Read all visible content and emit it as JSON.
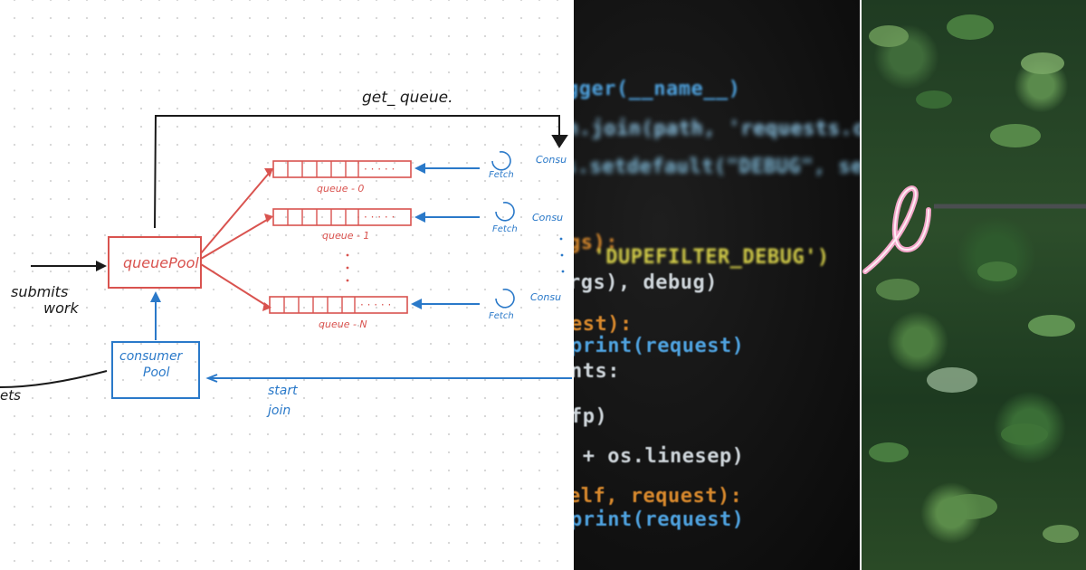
{
  "sketch": {
    "labels": {
      "get_queue": "get_ queue.",
      "queue_pool": "queuePool",
      "submits": "submits",
      "work": "work",
      "consumer_pool_1": "consumer",
      "consumer_pool_2": "Pool",
      "start": "start",
      "join": "join",
      "left_cut": "ets",
      "queue_0": "queue - 0",
      "queue_1": "queue - 1",
      "queue_n": "queue - N",
      "fetch_0": "Fetch",
      "fetch_1": "Fetch",
      "fetch_n": "Fetch",
      "consumer_0": "Consu",
      "consumer_1": "Consu",
      "consumer_n": "Consu"
    },
    "colors": {
      "black": "#1a1a1a",
      "red": "#d9534f",
      "blue": "#2a79c9"
    }
  },
  "code": {
    "lines": [
      {
        "text": "gger(__name__)",
        "color": "#4fa3e0"
      },
      {
        "text": "h.join(path, 'requests.conf'),",
        "color": "#8ec7e8"
      },
      {
        "text": "s.setdefault(\"DEBUG\", self.debug)",
        "color": "#7fb9d8"
      },
      {
        "text": "gs):",
        "color": "#d8892d"
      },
      {
        "text": "  'DUPEFILTER_DEBUG')",
        "color": "#d7d14a"
      },
      {
        "text": "rgs), debug)",
        "color": "#cfd6db"
      },
      {
        "text": "est):",
        "color": "#d8892d"
      },
      {
        "text": "print(request)",
        "color": "#4fa3e0"
      },
      {
        "text": "nts:",
        "color": "#cfd6db"
      },
      {
        "text": "fp)",
        "color": "#cfd6db"
      },
      {
        "text": " + os.linesep)",
        "color": "#cfd6db"
      },
      {
        "text": "elf, request):",
        "color": "#d8892d"
      },
      {
        "text": "print(request)",
        "color": "#4fa3e0"
      }
    ]
  },
  "foliage": {
    "neon_color": "#f2a6c8"
  }
}
